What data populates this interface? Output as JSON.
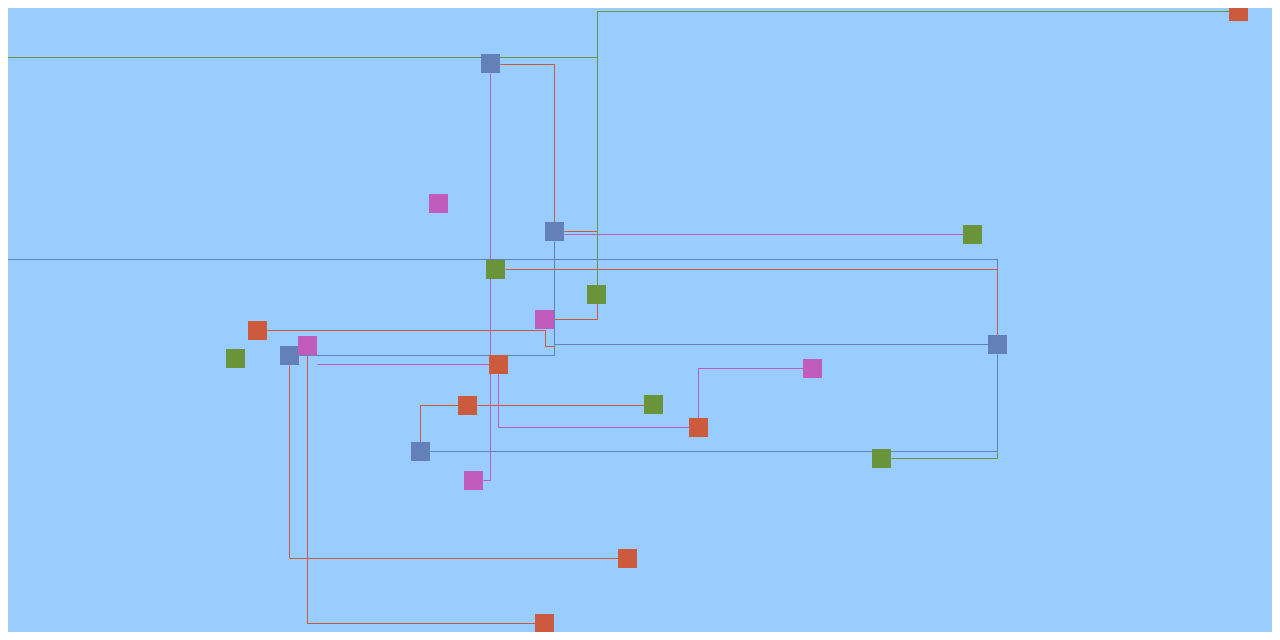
{
  "diagram": {
    "background": "#99ccff",
    "colors": {
      "orange": "#cc5a3c",
      "blue": "#6480b8",
      "green": "#6a943a",
      "magenta": "#c25cbc"
    },
    "nodes": [
      {
        "id": "o1",
        "color": "orange"
      },
      {
        "id": "o2",
        "color": "orange"
      },
      {
        "id": "o3",
        "color": "orange"
      },
      {
        "id": "o4",
        "color": "orange"
      },
      {
        "id": "o5",
        "color": "orange"
      },
      {
        "id": "o6",
        "color": "orange"
      },
      {
        "id": "o7",
        "color": "orange"
      },
      {
        "id": "b1",
        "color": "blue"
      },
      {
        "id": "b2",
        "color": "blue"
      },
      {
        "id": "b3",
        "color": "blue"
      },
      {
        "id": "b4",
        "color": "blue"
      },
      {
        "id": "b5",
        "color": "blue"
      },
      {
        "id": "g1",
        "color": "green"
      },
      {
        "id": "g2",
        "color": "green"
      },
      {
        "id": "g3",
        "color": "green"
      },
      {
        "id": "g4",
        "color": "green"
      },
      {
        "id": "g5",
        "color": "green"
      },
      {
        "id": "g6",
        "color": "green"
      },
      {
        "id": "m1",
        "color": "magenta"
      },
      {
        "id": "m2",
        "color": "magenta"
      },
      {
        "id": "m3",
        "color": "magenta"
      },
      {
        "id": "m4",
        "color": "magenta"
      },
      {
        "id": "m5",
        "color": "magenta"
      }
    ],
    "edges": [
      {
        "id": "e-b1-b2",
        "color": "orange"
      },
      {
        "id": "e-b1-m5",
        "color": "magenta"
      },
      {
        "id": "e-b2-g4",
        "color": "magenta"
      },
      {
        "id": "e-b2-b4",
        "color": "blue"
      },
      {
        "id": "e-b2-m4",
        "color": "orange"
      },
      {
        "id": "e-g1-offleft",
        "color": "green"
      },
      {
        "id": "e-g1-o1",
        "color": "green"
      },
      {
        "id": "e-b4-offleft",
        "color": "blue"
      },
      {
        "id": "e-g2-b4",
        "color": "orange"
      },
      {
        "id": "e-b4-g5",
        "color": "green"
      },
      {
        "id": "e-o5-b3",
        "color": "orange"
      },
      {
        "id": "e-b3-b4",
        "color": "blue"
      },
      {
        "id": "e-m2-o2",
        "color": "magenta"
      },
      {
        "id": "e-m2-o7",
        "color": "orange"
      },
      {
        "id": "e-b5-o6",
        "color": "orange"
      },
      {
        "id": "e-o2-o4",
        "color": "magenta"
      },
      {
        "id": "e-o4-m3",
        "color": "magenta"
      },
      {
        "id": "e-o3-g3",
        "color": "orange"
      },
      {
        "id": "e-o3-b3",
        "color": "orange"
      },
      {
        "id": "e-b5-b2",
        "color": "blue"
      }
    ]
  }
}
